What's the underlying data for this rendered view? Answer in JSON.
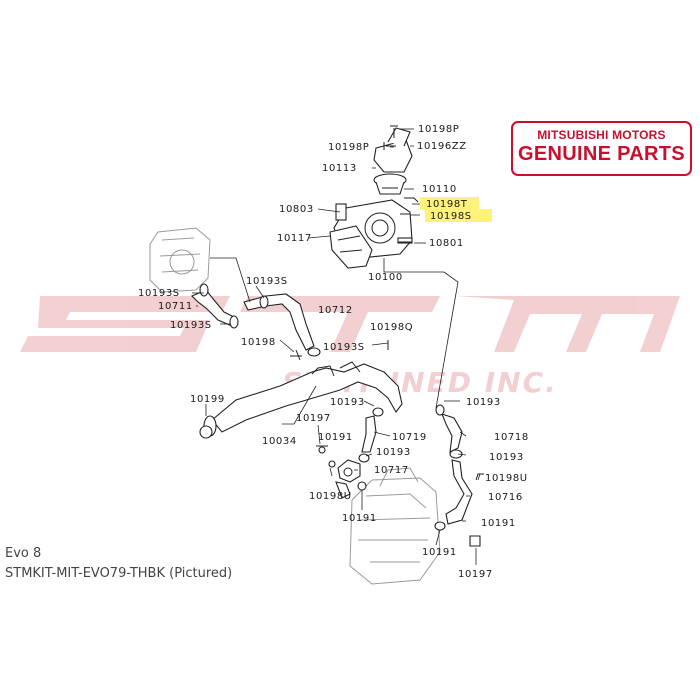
{
  "badge": {
    "line1": "MITSUBISHI MOTORS",
    "line2": "GENUINE PARTS",
    "color": "#c8102e"
  },
  "watermark": {
    "text": "STM TUNED INC.",
    "color": "#e9a9ad"
  },
  "caption": {
    "line1": "Evo 8",
    "line2": "STMKIT-MIT-EVO79-THBK  (Pictured)"
  },
  "highlight_color": "#fff27a",
  "part_labels": {
    "p10198P_top": "10198P",
    "p10198P_left": "10198P",
    "p10196ZZ": "10196ZZ",
    "p10113": "10113",
    "p10110": "10110",
    "p10803": "10803",
    "p10198T": "10198T",
    "p10198S_top": "10198S",
    "p10117": "10117",
    "p10801": "10801",
    "p10100": "10100",
    "p10193S_a": "10193S",
    "p10193S_b": "10193S",
    "p10711": "10711",
    "p10193S_c": "10193S",
    "p10712": "10712",
    "p10198Q": "10198Q",
    "p10198": "10198",
    "p10193S_d": "10193S",
    "p10199": "10199",
    "p10193_a": "10193",
    "p10193_b": "10193",
    "p10197_a": "10197",
    "p10191_a": "10191",
    "p10719": "10719",
    "p10718": "10718",
    "p10034": "10034",
    "p10193_c": "10193",
    "p10193_d": "10193",
    "p10717": "10717",
    "p10198U_a": "10198U",
    "p10198U_b": "10198U",
    "p10716": "10716",
    "p10191_b": "10191",
    "p10191_c": "10191",
    "p10191_d": "10191",
    "p10197_b": "10197"
  },
  "highlighted": [
    "p10198T",
    "p10198S_top"
  ]
}
